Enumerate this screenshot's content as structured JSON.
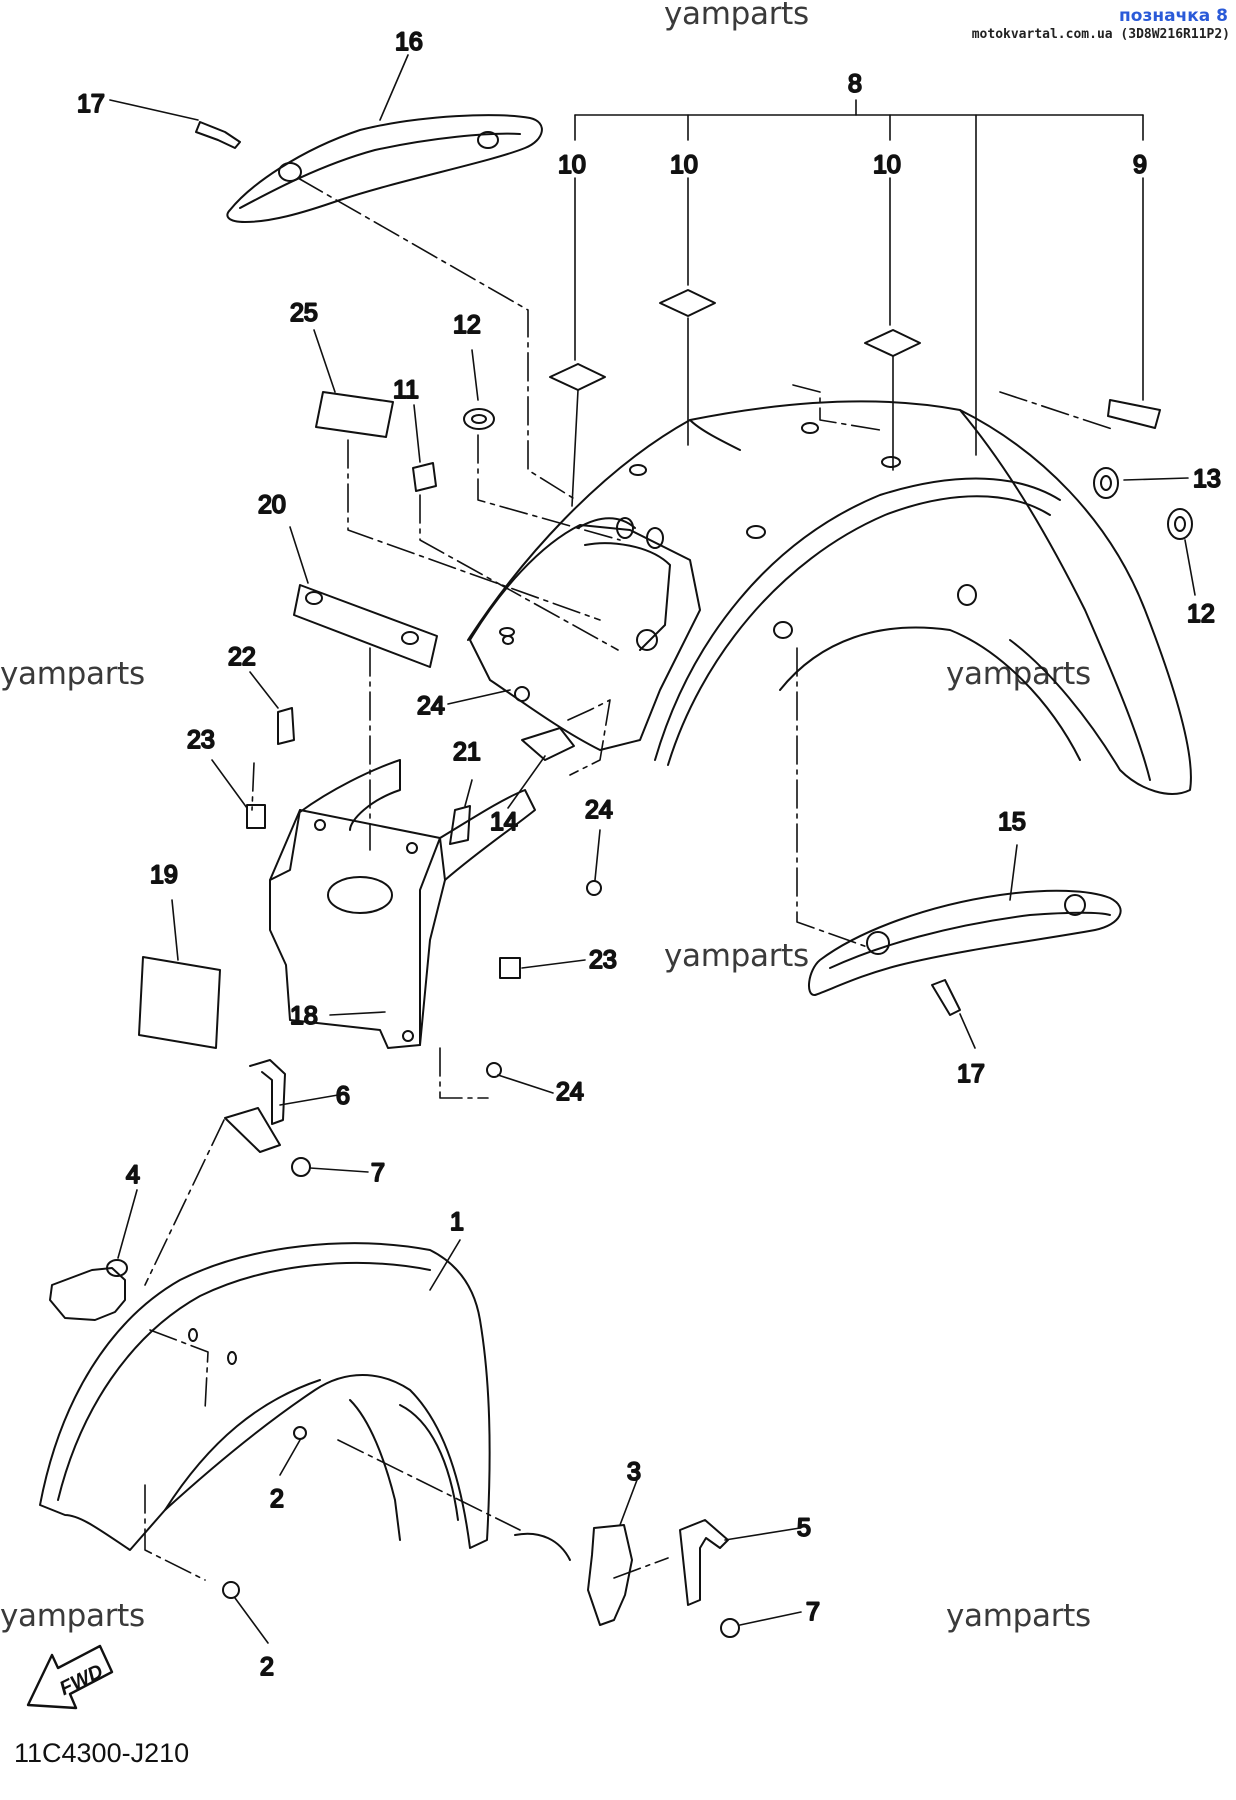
{
  "header": {
    "link_label": "позначка 8",
    "source_label": "motokvartal.com.ua (3D8W216R11P2)"
  },
  "watermarks": [
    "yamparts",
    "yamparts",
    "yamparts",
    "yamparts",
    "yamparts",
    "yamparts"
  ],
  "fwd_badge": "FWD",
  "drawing_code": "11C4300-J210",
  "callouts": {
    "c1": "1",
    "c2a": "2",
    "c2b": "2",
    "c3": "3",
    "c4": "4",
    "c5": "5",
    "c6": "6",
    "c7a": "7",
    "c7b": "7",
    "c8": "8",
    "c9": "9",
    "c10a": "10",
    "c10b": "10",
    "c10c": "10",
    "c11": "11",
    "c12a": "12",
    "c12b": "12",
    "c13": "13",
    "c14": "14",
    "c15": "15",
    "c16": "16",
    "c17a": "17",
    "c17b": "17",
    "c18": "18",
    "c19": "19",
    "c20": "20",
    "c21": "21",
    "c22": "22",
    "c23a": "23",
    "c23b": "23",
    "c24a": "24",
    "c24b": "24",
    "c24c": "24",
    "c25": "25"
  },
  "colors": {
    "line": "#111111",
    "link": "#2a5ad8",
    "watermark": "#3a3a3a"
  }
}
